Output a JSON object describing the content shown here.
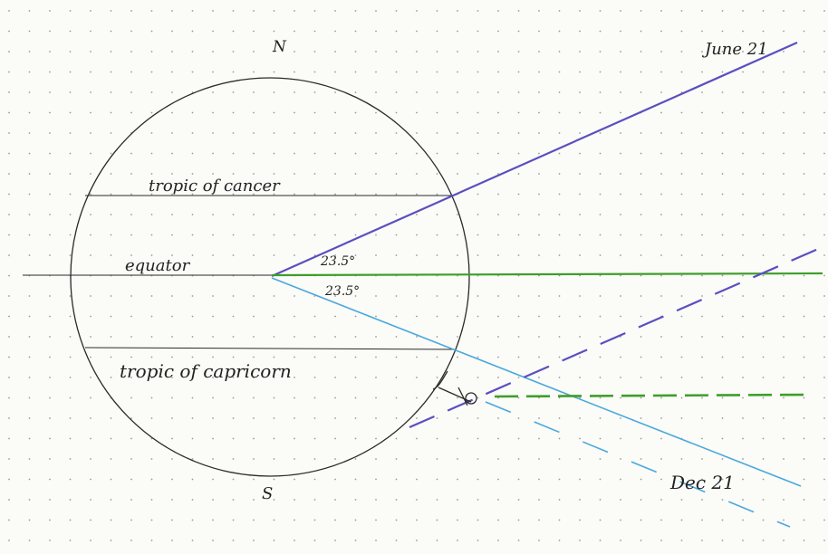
{
  "labels": {
    "north": "N",
    "south": "S",
    "tropic_cancer": "tropic of cancer",
    "equator": "equator",
    "tropic_capricorn": "tropic of capricorn",
    "angle_upper": "23.5°",
    "angle_lower": "23.5°",
    "june": "June 21",
    "december": "Dec 21"
  },
  "colors": {
    "june_ray": "#5a4fc0",
    "equinox_ray": "#3e9e2a",
    "december_ray": "#4aa8dc",
    "outline": "#2a2a2a",
    "grid_dot": "#9a9a9a"
  },
  "tilt_degrees": 23.5
}
